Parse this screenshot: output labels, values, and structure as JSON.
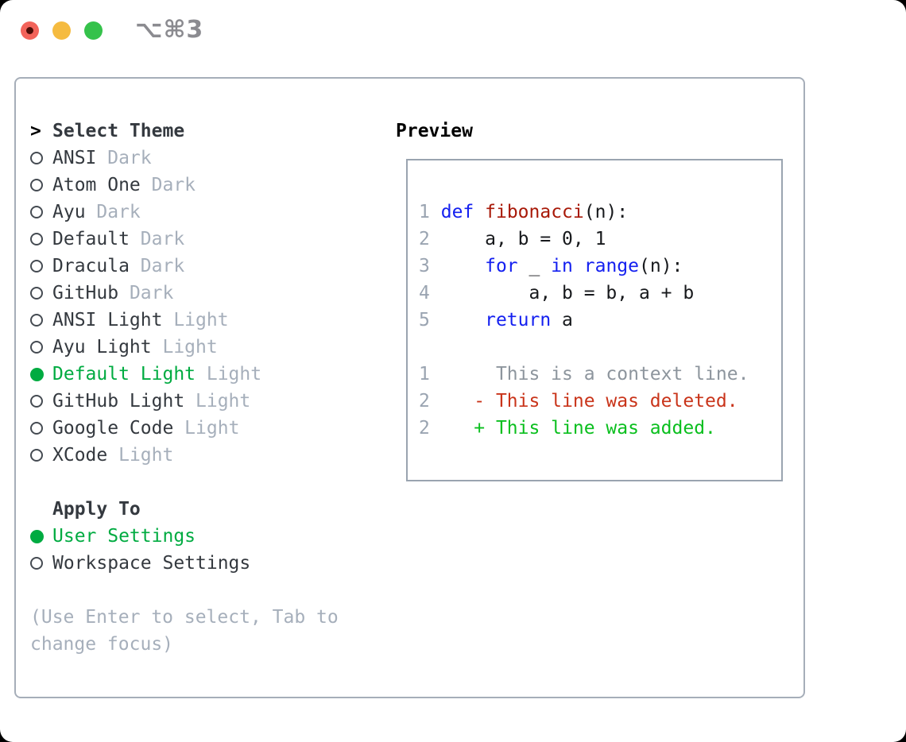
{
  "titlebar": {
    "shortcut": "⌥⌘3"
  },
  "theme_picker": {
    "header_prefix": ">",
    "header_label": "Select Theme",
    "items": [
      {
        "name": "ANSI",
        "variant": "Dark",
        "selected": false
      },
      {
        "name": "Atom One",
        "variant": "Dark",
        "selected": false
      },
      {
        "name": "Ayu",
        "variant": "Dark",
        "selected": false
      },
      {
        "name": "Default",
        "variant": "Dark",
        "selected": false
      },
      {
        "name": "Dracula",
        "variant": "Dark",
        "selected": false
      },
      {
        "name": "GitHub",
        "variant": "Dark",
        "selected": false
      },
      {
        "name": "ANSI Light",
        "variant": "Light",
        "selected": false
      },
      {
        "name": "Ayu Light",
        "variant": "Light",
        "selected": false
      },
      {
        "name": "Default Light",
        "variant": "Light",
        "selected": true
      },
      {
        "name": "GitHub Light",
        "variant": "Light",
        "selected": false
      },
      {
        "name": "Google Code",
        "variant": "Light",
        "selected": false
      },
      {
        "name": "XCode",
        "variant": "Light",
        "selected": false
      }
    ]
  },
  "apply_to": {
    "header": "Apply To",
    "options": [
      {
        "label": "User Settings",
        "selected": true
      },
      {
        "label": "Workspace Settings",
        "selected": false
      }
    ]
  },
  "hint": "(Use Enter to select, Tab to change focus)",
  "preview": {
    "header": "Preview",
    "code_lines": [
      {
        "num": "1",
        "segments": [
          {
            "text": "def",
            "style": "keyword"
          },
          {
            "text": " ",
            "style": "plain"
          },
          {
            "text": "fibonacci",
            "style": "function"
          },
          {
            "text": "(n):",
            "style": "plain"
          }
        ]
      },
      {
        "num": "2",
        "segments": [
          {
            "text": "    a, b = 0, 1",
            "style": "plain"
          }
        ]
      },
      {
        "num": "3",
        "segments": [
          {
            "text": "    ",
            "style": "plain"
          },
          {
            "text": "for",
            "style": "keyword"
          },
          {
            "text": " _ ",
            "style": "plain"
          },
          {
            "text": "in",
            "style": "keyword"
          },
          {
            "text": " ",
            "style": "plain"
          },
          {
            "text": "range",
            "style": "keyword"
          },
          {
            "text": "(n):",
            "style": "plain"
          }
        ]
      },
      {
        "num": "4",
        "segments": [
          {
            "text": "        a, b = b, a + b",
            "style": "plain"
          }
        ]
      },
      {
        "num": "5",
        "segments": [
          {
            "text": "    ",
            "style": "plain"
          },
          {
            "text": "return",
            "style": "keyword"
          },
          {
            "text": " a",
            "style": "plain"
          }
        ]
      }
    ],
    "diff_lines": [
      {
        "num": "1",
        "marker": "",
        "text": "This is a context line.",
        "kind": "context"
      },
      {
        "num": "2",
        "marker": "-",
        "text": "This line was deleted.",
        "kind": "deleted"
      },
      {
        "num": "2",
        "marker": "+",
        "text": "This line was added.",
        "kind": "added"
      }
    ]
  },
  "colors": {
    "selection-green": "#00ab41",
    "added": "#0abf1e",
    "deleted": "#c9341a",
    "keyword": "#1420f0",
    "function": "#a81908",
    "code-text": "#17191c",
    "list-text": "#34393f",
    "header-text": "#000000",
    "muted": "#a6afbb",
    "lineno": "#9aa4b1",
    "context": "#8d959d",
    "panel-border": "#a6aeb9",
    "box-border": "#9aa4b0",
    "radio-ring": "#454b52",
    "traffic-red": "#f2635a",
    "traffic-red-dot": "#4d0d07",
    "traffic-yellow": "#f5bb40",
    "traffic-green": "#35c24b",
    "shortcut-gray": "#8b8b90"
  }
}
